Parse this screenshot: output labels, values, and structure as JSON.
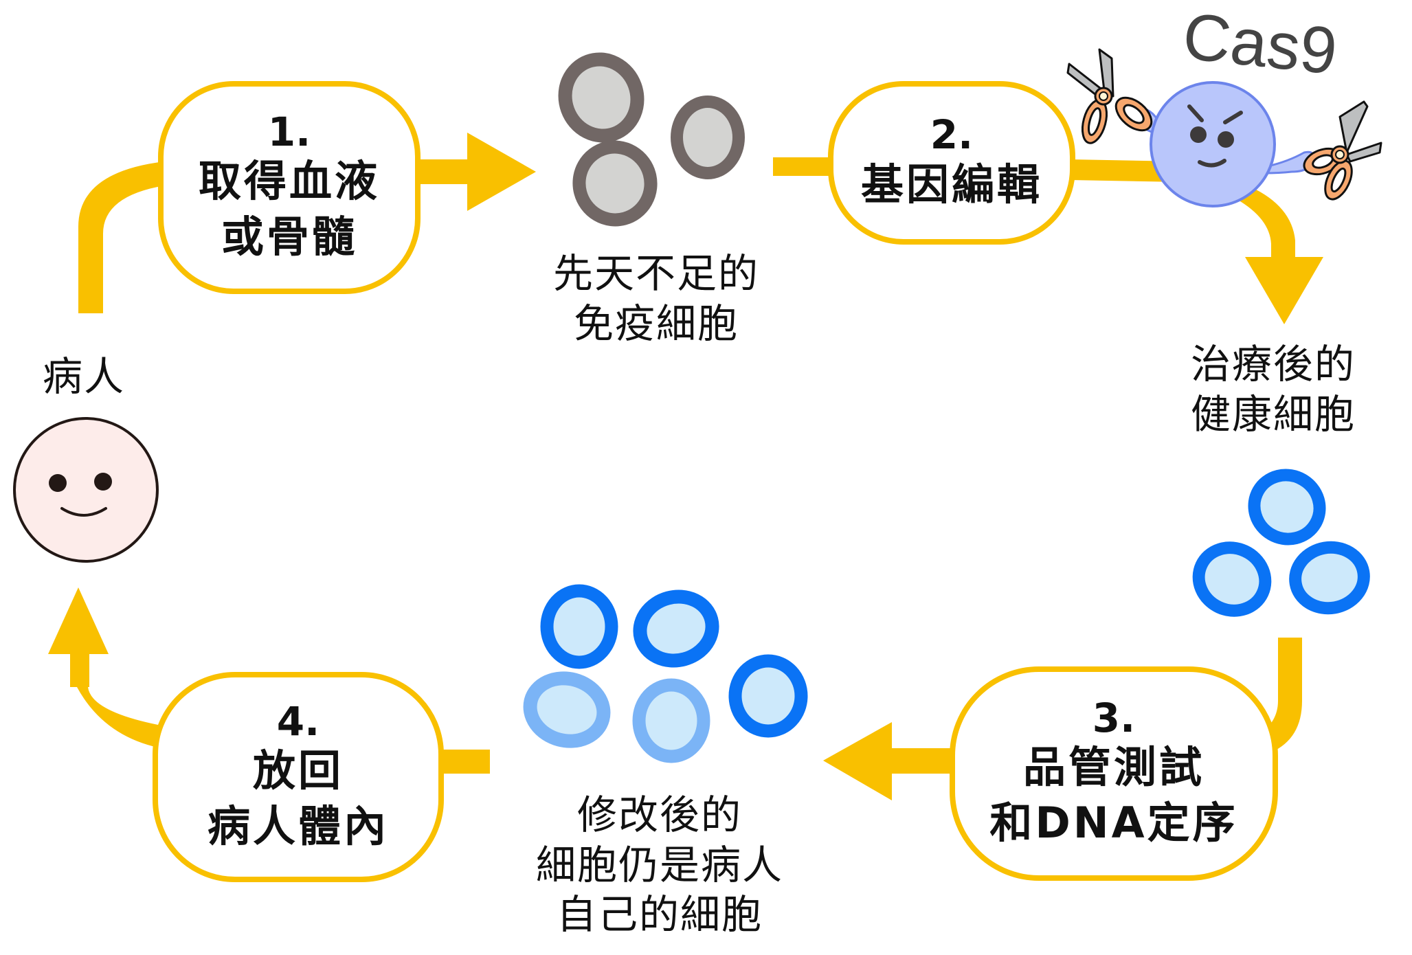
{
  "colors": {
    "arrow": "#F9C000",
    "box_border": "#F9C000",
    "defective_cell_ring": "#716765",
    "defective_cell_core": "#D3D3D1",
    "healthy_cell_ring": "#0A73F5",
    "healthy_cell_core": "#CDE9FB",
    "modified_cell_ring_light": "#7BB4F6",
    "cas9_body": "#B9C6FB",
    "cas9_outline": "#6C84EB",
    "scissor_handle": "#F6A76E",
    "scissor_blade": "#BDBFC0",
    "face_fill": "#FDECEA",
    "face_outline": "#231815"
  },
  "patient": {
    "label": "病人",
    "icon": "smiley-face-icon"
  },
  "steps": [
    {
      "number": "1.",
      "lines": [
        "取得血液",
        "或骨髓"
      ]
    },
    {
      "number": "2.",
      "lines": [
        "基因編輯"
      ]
    },
    {
      "number": "3.",
      "lines": [
        "品管測試",
        "和DNA定序"
      ]
    },
    {
      "number": "4.",
      "lines": [
        "放回",
        "病人體內"
      ]
    }
  ],
  "cell_groups": {
    "defective": {
      "lines": [
        "先天不足的",
        "免疫細胞"
      ]
    },
    "healthy": {
      "lines": [
        "治療後的",
        "健康細胞"
      ]
    },
    "modified": {
      "lines": [
        "修改後的",
        "細胞仍是病人",
        "自己的細胞"
      ]
    }
  },
  "cas9": {
    "label": "Cas9",
    "icon": "cas9-scissors-character-icon"
  }
}
